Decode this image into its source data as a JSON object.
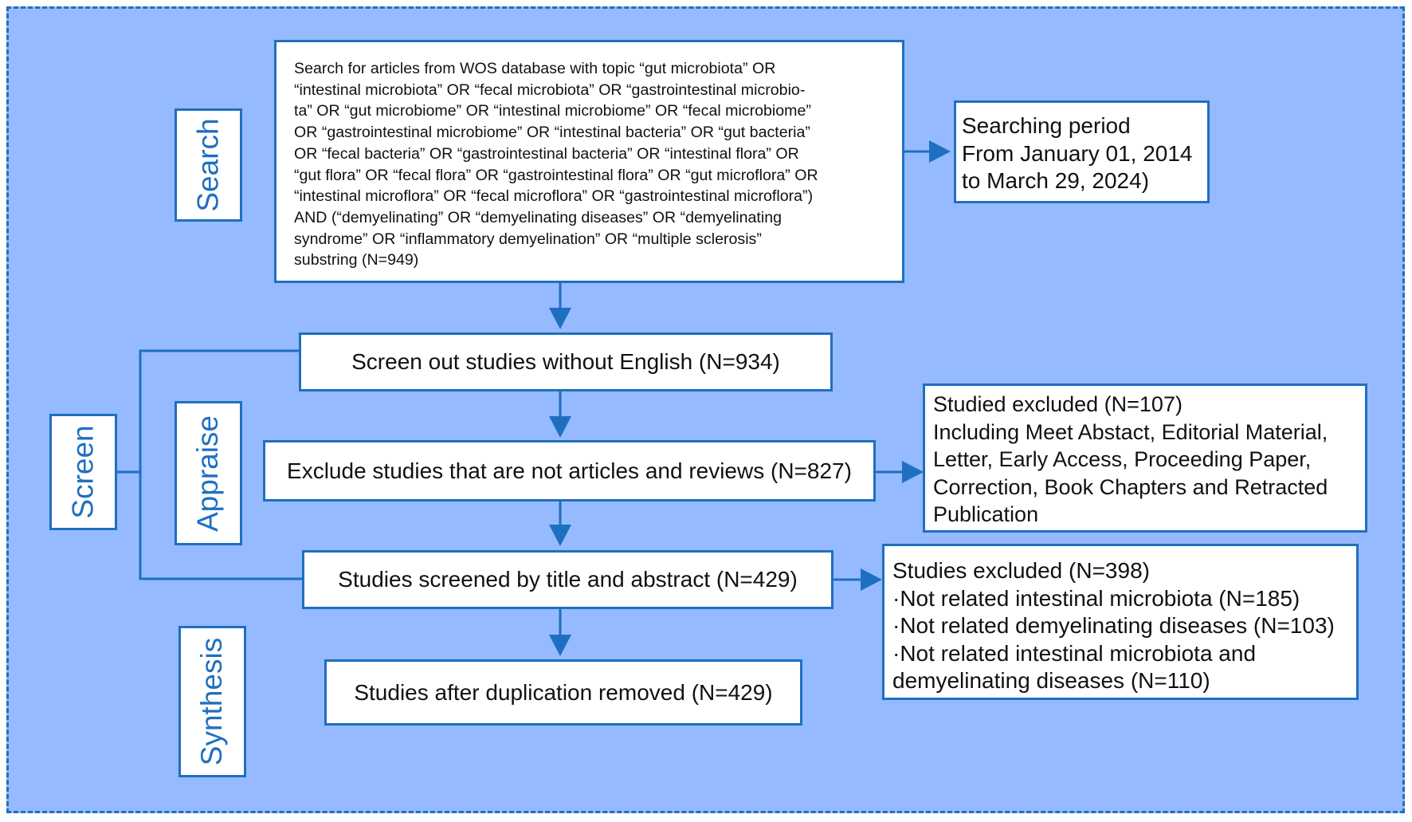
{
  "stages": {
    "search": "Search",
    "screen": "Screen",
    "appraise": "Appraise",
    "synthesis": "Synthesis"
  },
  "boxes": {
    "query": "Search for articles from WOS database with topic “gut microbiota” OR\n“intestinal microbiota” OR “fecal microbiota” OR “gastrointestinal microbio-\nta” OR “gut microbiome” OR “intestinal microbiome” OR “fecal microbiome”\nOR “gastrointestinal microbiome” OR “intestinal bacteria” OR “gut bacteria”\nOR “fecal bacteria” OR “gastrointestinal bacteria” OR “intestinal flora” OR\n“gut flora” OR “fecal flora” OR “gastrointestinal flora” OR “gut microflora” OR\n“intestinal microflora” OR “fecal microflora” OR “gastrointestinal microflora”)\nAND (“demyelinating” OR “demyelinating diseases” OR “demyelinating\nsyndrome” OR “inflammatory demyelination” OR “multiple sclerosis”\nsubstring (N=949)",
    "period": "Searching period\nFrom January 01, 2014\nto March 29, 2024)",
    "english": "Screen out studies without English (N=934)",
    "articles": "Exclude studies that are not articles and reviews (N=827)",
    "excluded_types": "Studied  excluded (N=107)\nIncluding Meet Abstact, Editorial Material,\nLetter, Early Access, Proceeding Paper,\nCorrection, Book Chapters and Retracted\nPublication",
    "title_abstract": "Studies screened by title and abstract (N=429)",
    "excluded_reasons": "Studies excluded (N=398)\n·Not related intestinal microbiota (N=185)\n·Not related demyelinating diseases (N=103)\n·Not related intestinal microbiota and\ndemyelinating diseases (N=110)",
    "duplication": "Studies after duplication removed (N=429)"
  },
  "colors": {
    "background": "#95baff",
    "accent": "#1f6fc0",
    "box_fill": "#ffffff"
  }
}
